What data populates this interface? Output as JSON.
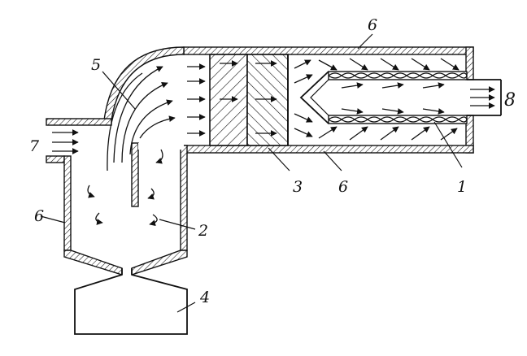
{
  "labels": {
    "l1": "1",
    "l2": "2",
    "l3": "3",
    "l4": "4",
    "l5": "5",
    "l6_top": "6",
    "l6_bottom": "6",
    "l6_left": "6",
    "l7": "7",
    "l8": "8"
  }
}
